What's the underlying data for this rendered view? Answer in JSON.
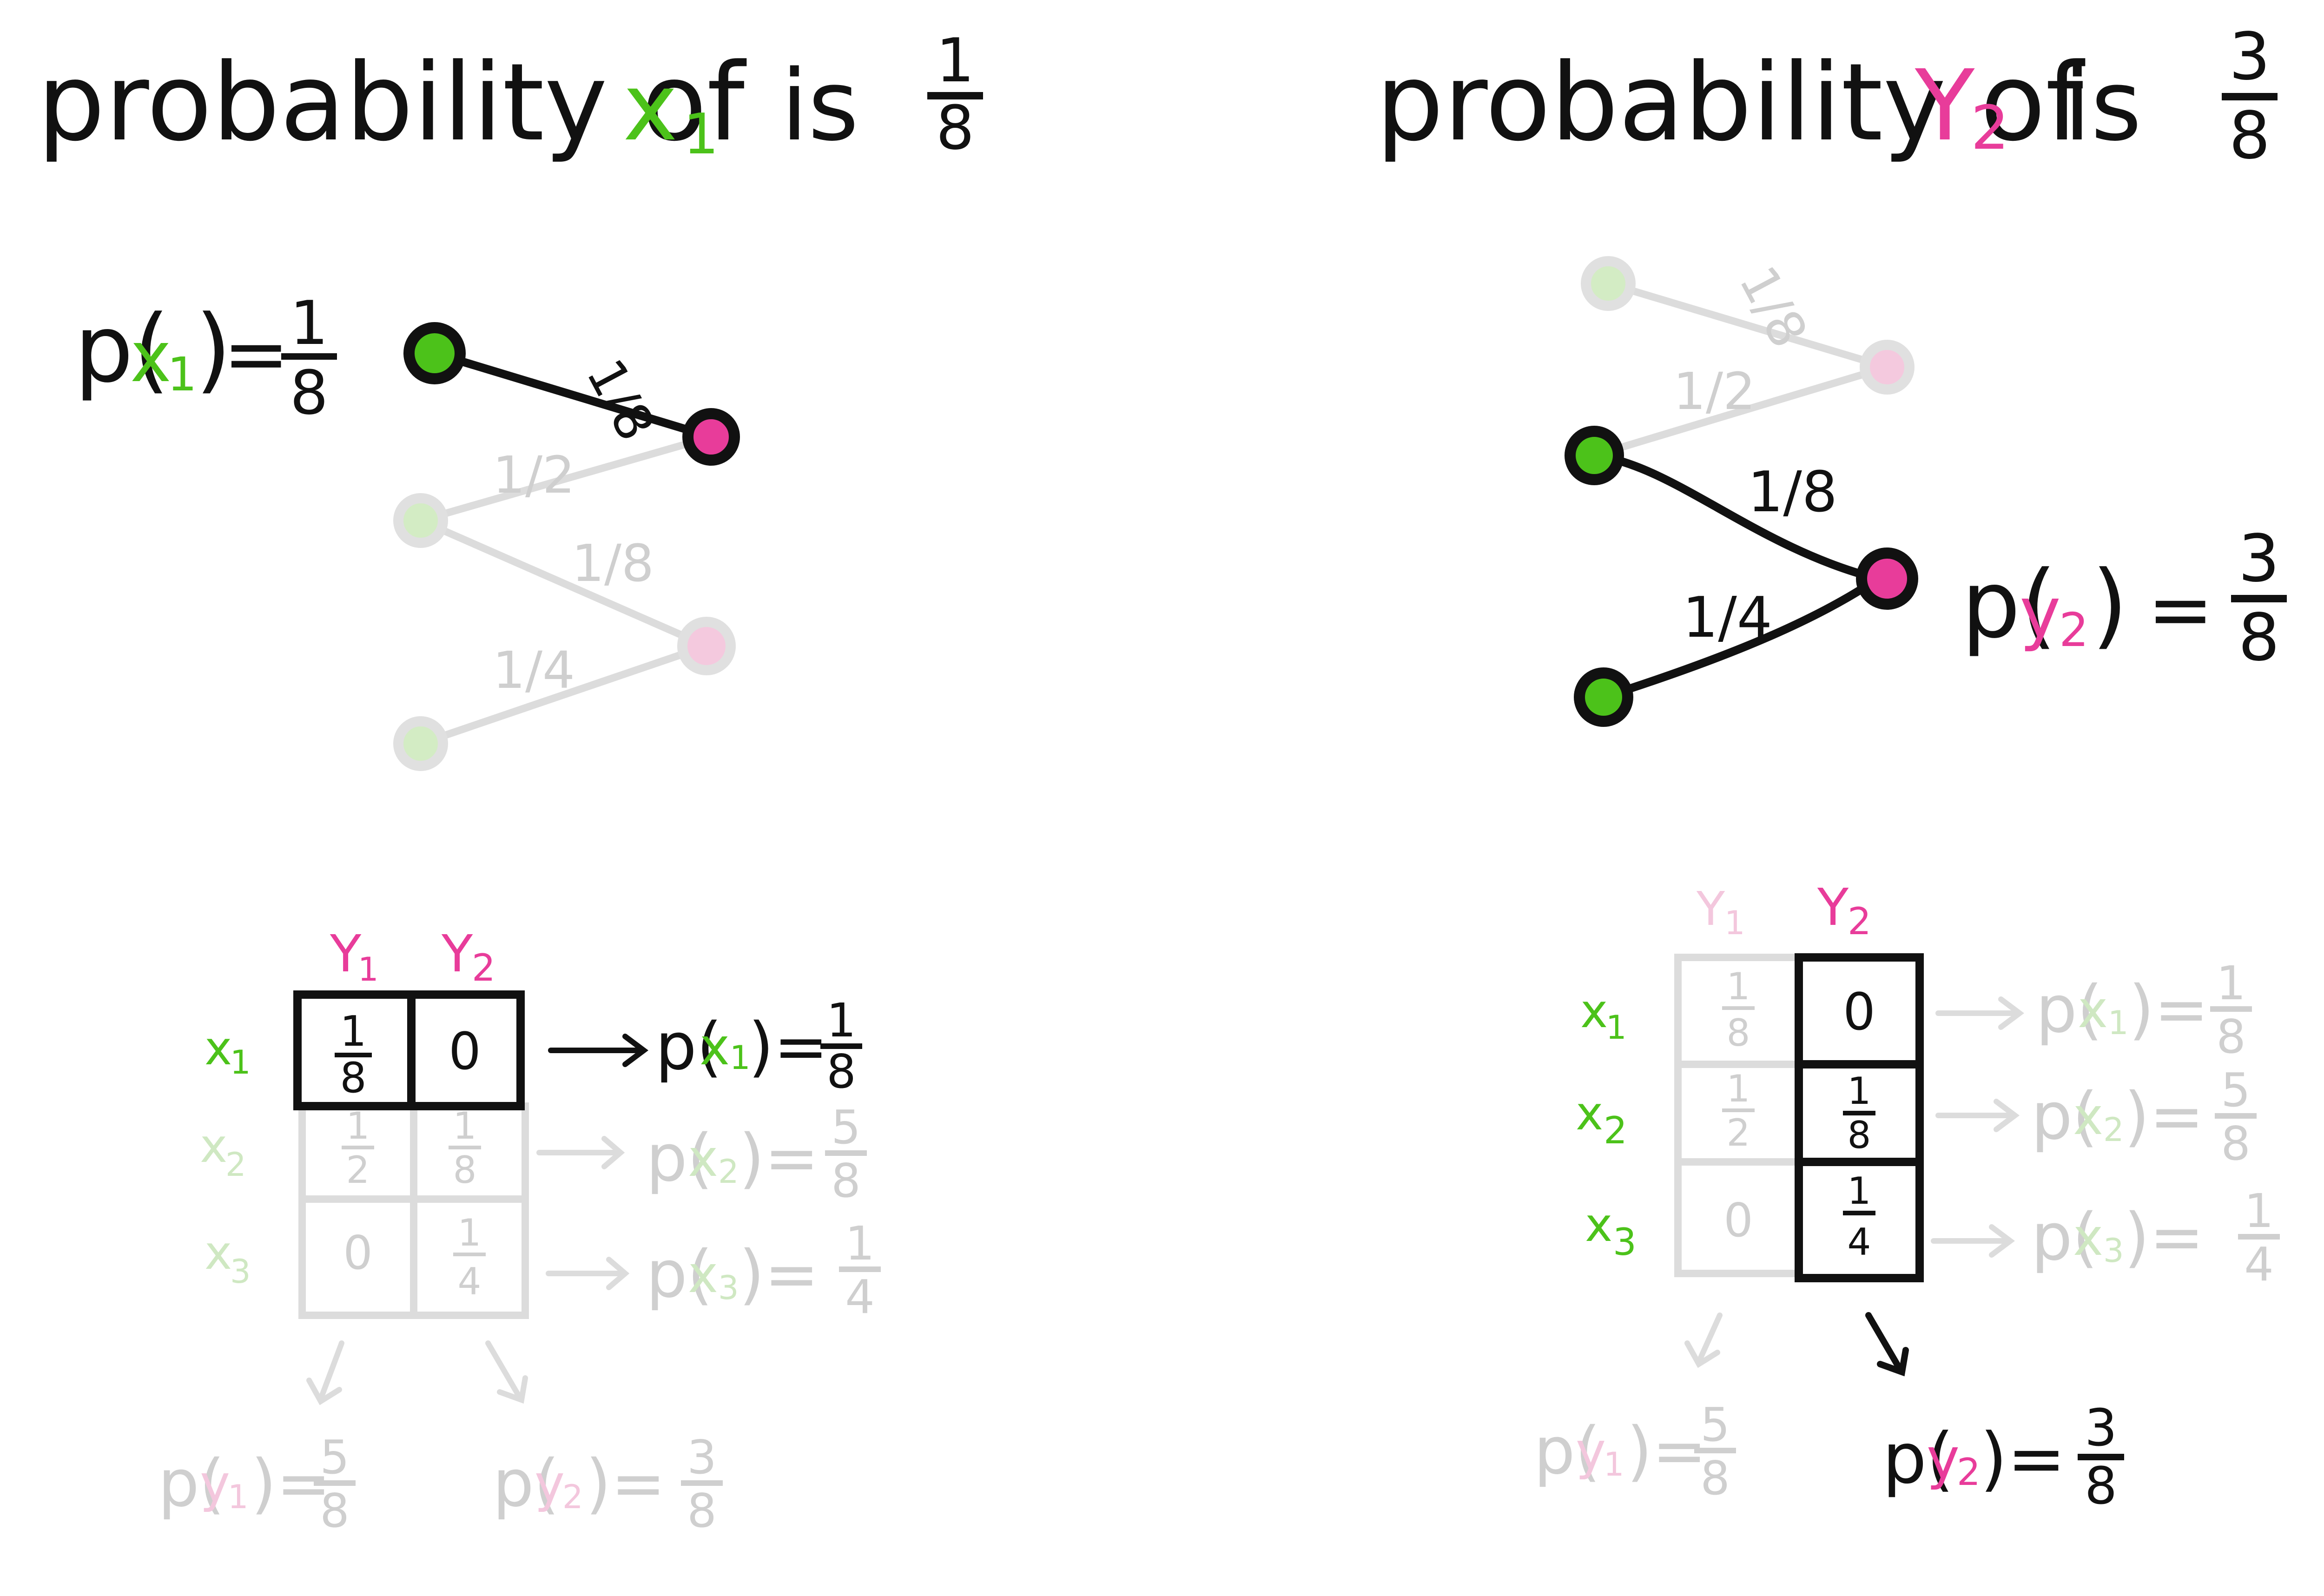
{
  "colors": {
    "ink": "#111111",
    "x_green": "#4cc21a",
    "y_pink": "#e83c9a",
    "faded_gray": "#d8d8d8",
    "faded_green": "#d3ecc4",
    "faded_pink": "#f4c9de"
  },
  "left": {
    "title": {
      "prefix": "probability of",
      "var_base": "x",
      "var_sub": "1",
      "mid": "is",
      "num": "1",
      "den": "8"
    },
    "formula": {
      "p": "p(",
      "var_base": "x",
      "var_sub": "1",
      "close": ")",
      "eq": "=",
      "num": "1",
      "den": "8"
    },
    "graph": {
      "edge_x1_y2": "1/8",
      "edge_x2_y2": "1/2",
      "edge_x2_y3": "1/8",
      "edge_x3_y3": "1/4"
    },
    "table": {
      "cols": [
        {
          "base": "Y",
          "sub": "1"
        },
        {
          "base": "Y",
          "sub": "2"
        }
      ],
      "rows": [
        {
          "base": "x",
          "sub": "1",
          "cells": [
            [
              "1",
              "8"
            ],
            [
              "0"
            ]
          ],
          "result": {
            "var": "x",
            "sub": "1",
            "num": "1",
            "den": "8"
          }
        },
        {
          "base": "x",
          "sub": "2",
          "cells": [
            [
              "1",
              "2"
            ],
            [
              "1",
              "8"
            ]
          ],
          "result": {
            "var": "x",
            "sub": "2",
            "num": "5",
            "den": "8"
          }
        },
        {
          "base": "x",
          "sub": "3",
          "cells": [
            [
              "0"
            ],
            [
              "1",
              "4"
            ]
          ],
          "result": {
            "var": "x",
            "sub": "3",
            "num": "1",
            "den": "4"
          }
        }
      ],
      "col_results": [
        {
          "var": "y",
          "sub": "1",
          "num": "5",
          "den": "8"
        },
        {
          "var": "y",
          "sub": "2",
          "num": "3",
          "den": "8"
        }
      ]
    }
  },
  "right": {
    "title": {
      "prefix": "probability of",
      "var_base": "Y",
      "var_sub": "2",
      "mid": "is",
      "num": "3",
      "den": "8"
    },
    "formula": {
      "p": "p(",
      "var_base": "y",
      "var_sub": "2",
      "close": ")",
      "eq": "=",
      "num": "3",
      "den": "8"
    },
    "graph": {
      "edge_top": "1/8",
      "edge_mid_faded": "1/2",
      "edge_x2_y2": "1/8",
      "edge_x3_y2": "1/4"
    },
    "table": {
      "cols": [
        {
          "base": "Y",
          "sub": "1"
        },
        {
          "base": "Y",
          "sub": "2"
        }
      ],
      "rows": [
        {
          "base": "x",
          "sub": "1",
          "cells": [
            [
              "1",
              "8"
            ],
            [
              "0"
            ]
          ],
          "result": {
            "var": "x",
            "sub": "1",
            "num": "1",
            "den": "8"
          }
        },
        {
          "base": "x",
          "sub": "2",
          "cells": [
            [
              "1",
              "2"
            ],
            [
              "1",
              "8"
            ]
          ],
          "result": {
            "var": "x",
            "sub": "2",
            "num": "5",
            "den": "8"
          }
        },
        {
          "base": "x",
          "sub": "3",
          "cells": [
            [
              "0"
            ],
            [
              "1",
              "4"
            ]
          ],
          "result": {
            "var": "x",
            "sub": "3",
            "num": "1",
            "den": "4"
          }
        }
      ],
      "col_results": [
        {
          "var": "y",
          "sub": "1",
          "num": "5",
          "den": "8"
        },
        {
          "var": "y",
          "sub": "2",
          "num": "3",
          "den": "8"
        }
      ]
    }
  }
}
